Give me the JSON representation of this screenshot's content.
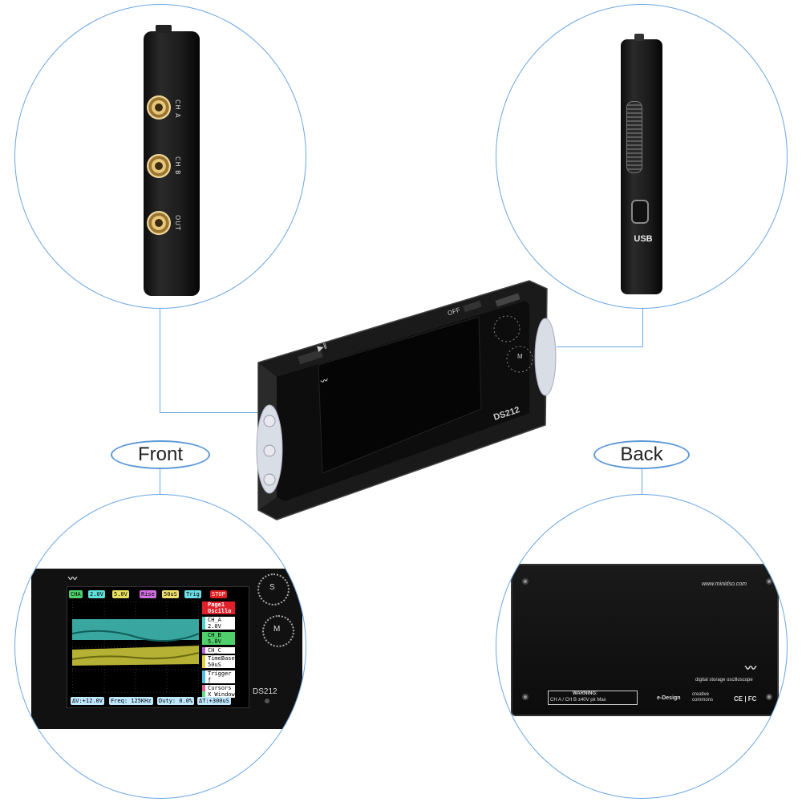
{
  "labels": {
    "front": "Front",
    "back": "Back"
  },
  "side_ports": {
    "ch_a": "CH A",
    "ch_b": "CH B",
    "out": "OUT"
  },
  "usb_label": "USB",
  "device": {
    "model": "DS212",
    "power_off": "OFF",
    "play_symbol": "▶‖",
    "knob_s": "S",
    "knob_m": "M"
  },
  "screen": {
    "top_tags": [
      "CHА",
      "2.0V",
      "5.0V",
      "Rise",
      "50uS",
      "Trig",
      "STOP"
    ],
    "menu": [
      "Page1",
      "Oscillo",
      "CH_A",
      "2.0V",
      "CH_B",
      "5.0V",
      "CH_C",
      "TimeBase",
      "50uS",
      "Trigger",
      "ƒ",
      "Cursors",
      "X_Window"
    ],
    "bottom_tags": [
      "ΔV:+12.0V",
      "Freq: 125KHz",
      "Duty: 0.0%",
      "ΔT:+300uS"
    ]
  },
  "back_panel": {
    "website": "www.minidso.com",
    "warning_title": "WARNING:",
    "warning_text": "CH A / CH B ±40V pk Max",
    "brand": "e-Design",
    "cc": "creative commons",
    "marks": "CE | FC",
    "product": "digital storage oscilloscope"
  },
  "colors": {
    "accent_line": "#6aa6e2",
    "trace_a": "#3fb8b0",
    "trace_b": "#c8c43a",
    "menu_active": "#e0202a"
  }
}
